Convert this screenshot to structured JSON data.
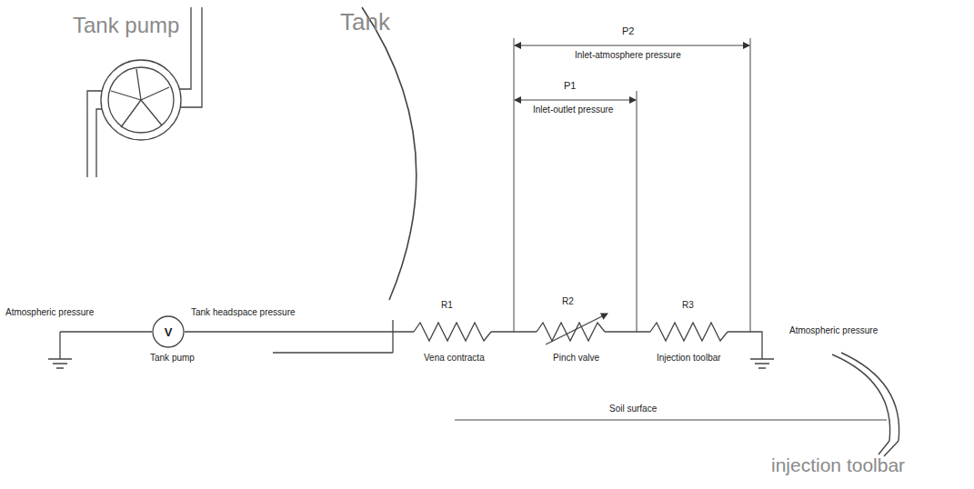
{
  "diagram": {
    "nodes": [
      {
        "text": [
          "V"
        ]
      }
    ],
    "labels": [
      "Tank pump",
      "Tank",
      "P2",
      "Inlet-atmosphere pressure",
      "P1",
      "Inlet-outlet pressure",
      "Atmospheric pressure",
      "Tank headspace pressure",
      "R1",
      "R2",
      "R3",
      "Tank pump",
      "Vena contracta",
      "Pinch valve",
      "Injection toolbar",
      "Atmospheric pressure",
      "Soil surface",
      "injection toolbar"
    ]
  }
}
